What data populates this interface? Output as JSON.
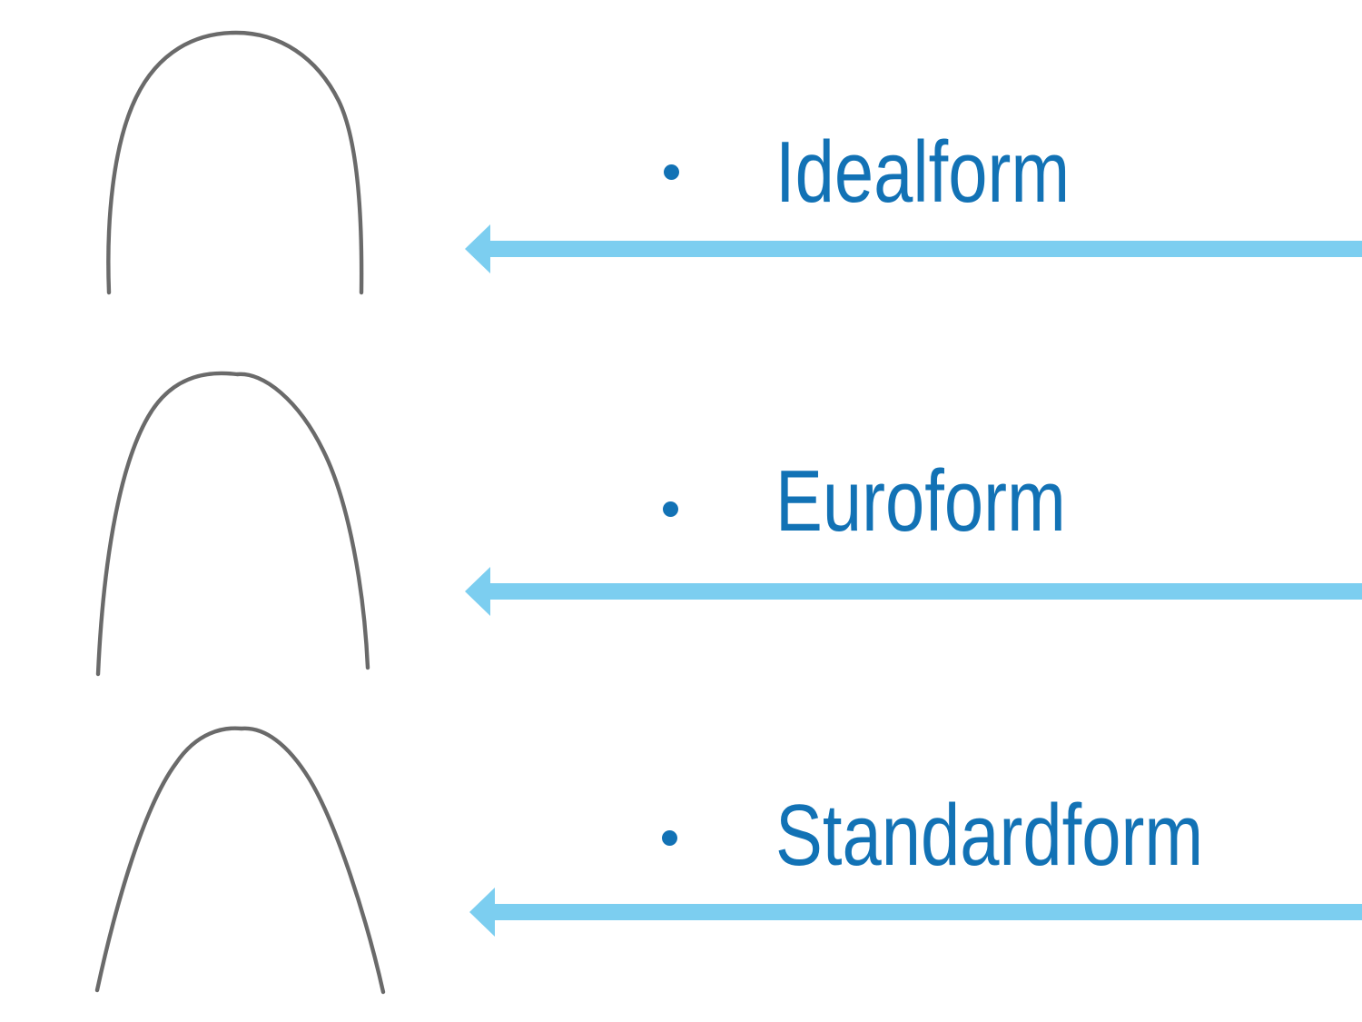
{
  "colors": {
    "background": "#FFFFFF",
    "label_text": "#1272B5",
    "bullet": "#1272B5",
    "arrow": "#7CCEF0",
    "wire": "#6A6A6A"
  },
  "rows": [
    {
      "label": "Idealform",
      "image": "archwire-idealform-outline",
      "arrow_icon": "left-arrow"
    },
    {
      "label": "Euroform",
      "image": "archwire-euroform-outline",
      "arrow_icon": "left-arrow"
    },
    {
      "label": "Standardform",
      "image": "archwire-standardform-outline",
      "arrow_icon": "left-arrow"
    }
  ]
}
